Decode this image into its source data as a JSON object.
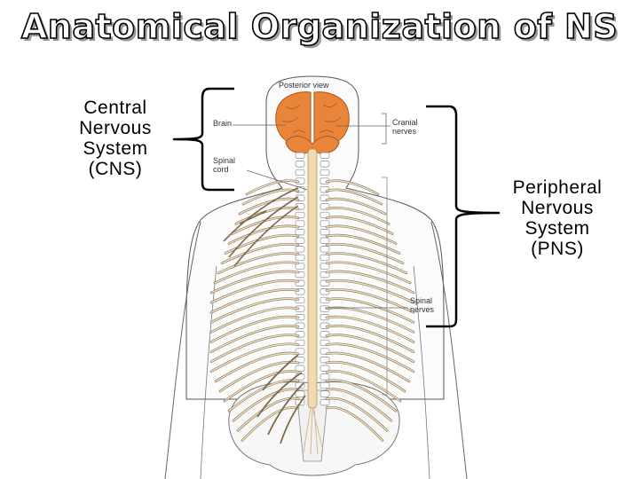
{
  "slide": {
    "title": "Anatomical Organization of NS",
    "cns_label": [
      "Central",
      "Nervous",
      "System",
      "(CNS)"
    ],
    "pns_label": [
      "Peripheral",
      "Nervous",
      "System",
      "(PNS)"
    ]
  },
  "figure": {
    "view_label": "Posterior view",
    "labels": {
      "brain": "Brain",
      "spinal_cord": [
        "Spinal",
        "cord"
      ],
      "cranial_nerves": [
        "Cranial",
        "nerves"
      ],
      "spinal_nerves": [
        "Spinal",
        "nerves"
      ]
    }
  },
  "colors": {
    "brain": "#e8853a",
    "cord": "#f2d9b0",
    "nerves": "#efe0c4",
    "outline": "#444444"
  }
}
